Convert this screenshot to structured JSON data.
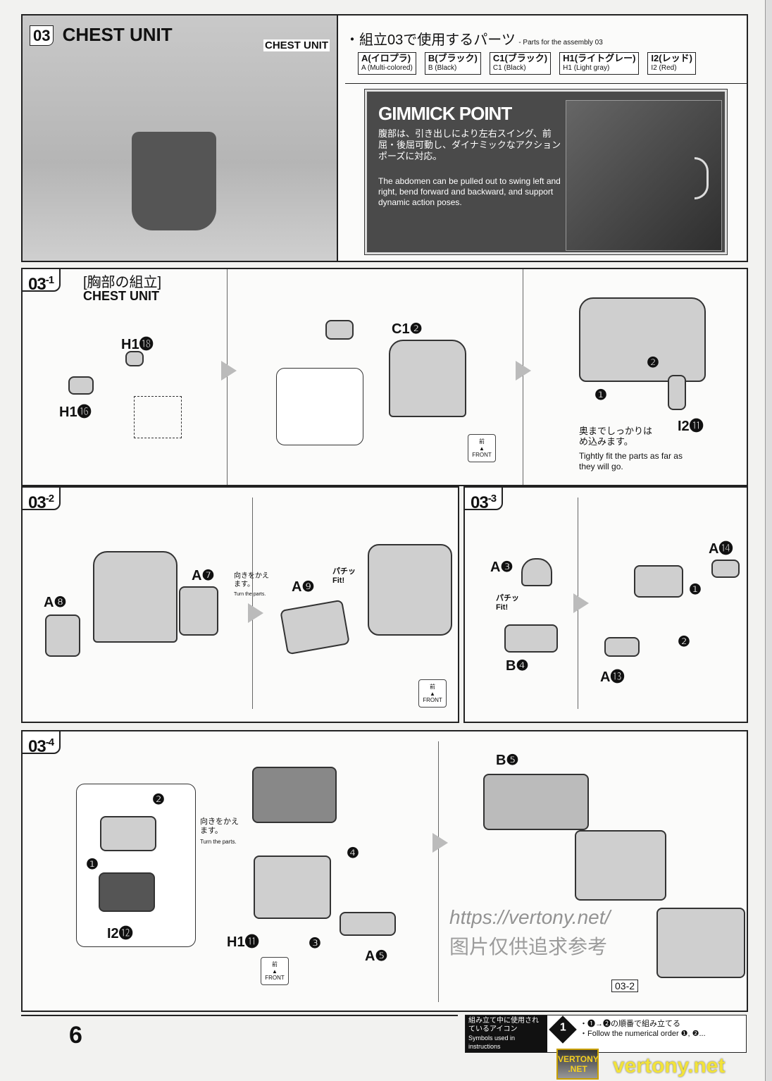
{
  "section": {
    "number": "03",
    "title": "CHEST UNIT",
    "photo_label": "CHEST UNIT"
  },
  "parts": {
    "heading": "・組立03で使用するパーツ",
    "heading_en": "- Parts for the assembly 03",
    "items": [
      {
        "jp": "A(イロプラ)",
        "en": "A (Multi-colored)"
      },
      {
        "jp": "B(ブラック)",
        "en": "B (Black)"
      },
      {
        "jp": "C1(ブラック)",
        "en": "C1 (Black)"
      },
      {
        "jp": "H1(ライトグレー)",
        "en": "H1 (Light gray)"
      },
      {
        "jp": "I2(レッド)",
        "en": "I2 (Red)"
      }
    ]
  },
  "gimmick": {
    "title": "GIMMICK POINT",
    "jp": "腹部は、引き出しにより左右スイング、前屈・後屈可動し、ダイナミックなアクションポーズに対応。",
    "en": "The abdomen can be pulled out to swing left and right, bend forward and backward, and support dynamic action poses."
  },
  "step1": {
    "tag": "03",
    "sub": "-1",
    "jp_title": "[胸部の組立]",
    "title": "CHEST UNIT",
    "labels": [
      "H1⓲",
      "H1⓰",
      "C1❷",
      "I2⓫"
    ],
    "note_jp": "奥までしっかりはめ込みます。",
    "note_en": "Tightly fit the parts as far as they will go.",
    "nums": [
      "❶",
      "❷"
    ]
  },
  "step2": {
    "tag": "03",
    "sub": "-2",
    "labels": [
      "A❽",
      "A❼",
      "A❾"
    ],
    "turn_jp": "向きをかえます。",
    "turn_en": "Turn the parts.",
    "fit": "パチッ Fit!"
  },
  "step3": {
    "tag": "03",
    "sub": "-3",
    "labels": [
      "A❸",
      "B❹",
      "A⓮",
      "A⓭"
    ],
    "fit": "パチッ Fit!",
    "nums": [
      "❶",
      "❷"
    ]
  },
  "step4": {
    "tag": "03",
    "sub": "-4",
    "labels": [
      "I2⓬",
      "H1⓫",
      "A❺",
      "B❺"
    ],
    "turn_jp": "向きをかえます。",
    "turn_en": "Turn the parts.",
    "nums": [
      "❶",
      "❷",
      "❸",
      "❹"
    ],
    "ref": "03-2"
  },
  "front": {
    "jp": "前",
    "en": "FRONT"
  },
  "footer": {
    "page": "6",
    "legend_jp": "組み立て中に使用されているアイコン",
    "legend_en": "Symbols used in instructions",
    "icon": "1",
    "rule_jp": "・❶→❷の順番で組み立てる",
    "rule_en": "・Follow the numerical order ❶, ❷..."
  },
  "watermark": {
    "url": "https://vertony.net/",
    "cn": "图片仅供追求参考",
    "site": "vertony.net",
    "badge": "VERTONY .NET"
  }
}
